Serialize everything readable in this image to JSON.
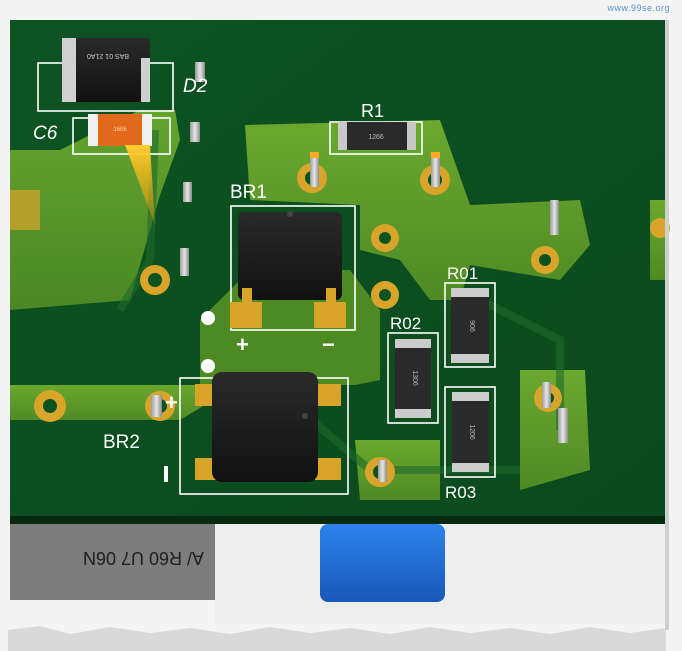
{
  "watermark": "www.99se.org",
  "labels": {
    "D2": "D2",
    "C6": "C6",
    "R1": "R1",
    "BR1": "BR1",
    "BR2": "BR2",
    "R01": "R01",
    "R02": "R02",
    "R03": "R03",
    "plus_br1": "+",
    "minus_br1": "−",
    "plus_br2": "+"
  },
  "component_marks": {
    "R1_code": "1266",
    "R01_code": "906",
    "R02_code": "1306",
    "R03_code": "1206",
    "D2_code": "BAS 01 21A0",
    "C6_code": "1606",
    "cap_text": "A/ R60  U7 06N"
  },
  "colors": {
    "board": "#0f5a22",
    "copper": "#5f9a2a",
    "copper_dark": "#3d7a1e",
    "pad_gold": "#d8a52a",
    "pad_tan": "#c9a35a",
    "silk": "#ffffff",
    "chip": "#1a1a1a",
    "cap_blue": "#1f6fd6",
    "cap_grey": "#7d7d7d"
  }
}
